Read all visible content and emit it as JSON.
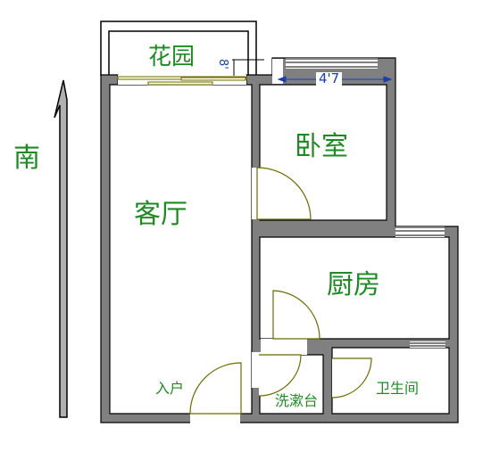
{
  "plan": {
    "direction": "南",
    "rooms": {
      "garden": "花园",
      "bedroom": "卧室",
      "living_room": "客厅",
      "kitchen": "厨房",
      "entrance": "入户",
      "washbasin": "洗漱台",
      "bathroom": "卫生间"
    },
    "dimensions": {
      "bedroom_width": "4'7",
      "garden_depth": "8'"
    }
  },
  "colors": {
    "wall_fill": "#808080",
    "wall_outline": "#000000",
    "fixture_line": "#6b6b00",
    "label_text": "#1f8a24",
    "dimension": "#1a3fa8"
  }
}
